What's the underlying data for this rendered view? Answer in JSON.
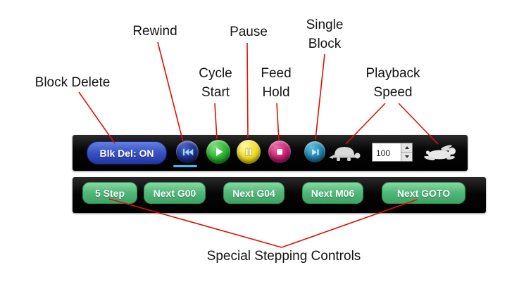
{
  "labels": {
    "block_delete": "Block Delete",
    "rewind": "Rewind",
    "cycle_start": [
      "Cycle",
      "Start"
    ],
    "pause": "Pause",
    "feed_hold": [
      "Feed",
      "Hold"
    ],
    "single_block": [
      "Single",
      "Block"
    ],
    "playback_speed": [
      "Playback",
      "Speed"
    ],
    "special_stepping_controls": "Special Stepping Controls"
  },
  "playback_toolbar": {
    "blk_del_button": "Blk Del: ON",
    "speed_value": "100",
    "icons": {
      "rewind": "skip-to-start",
      "cycle_start": "play-triangle",
      "pause": "pause-bars",
      "feed_hold": "stop-square",
      "single_block": "step-forward",
      "slow_speed": "turtle",
      "fast_speed": "rabbit"
    }
  },
  "stepping_toolbar": {
    "buttons": [
      "5 Step",
      "Next G00",
      "Next G04",
      "Next M06",
      "Next GOTO"
    ]
  },
  "colors": {
    "annotation_line": "#e01000",
    "blk_del_blue": "#3c55c4",
    "rewind_navy": "#1b2d8c",
    "cycle_start_green": "#24b02c",
    "pause_yellow": "#ecd91f",
    "feed_hold_magenta": "#c21e6e",
    "single_block_teal": "#1f7fae",
    "stepping_green": "#53b97a",
    "toolbar_black": "#050505"
  }
}
